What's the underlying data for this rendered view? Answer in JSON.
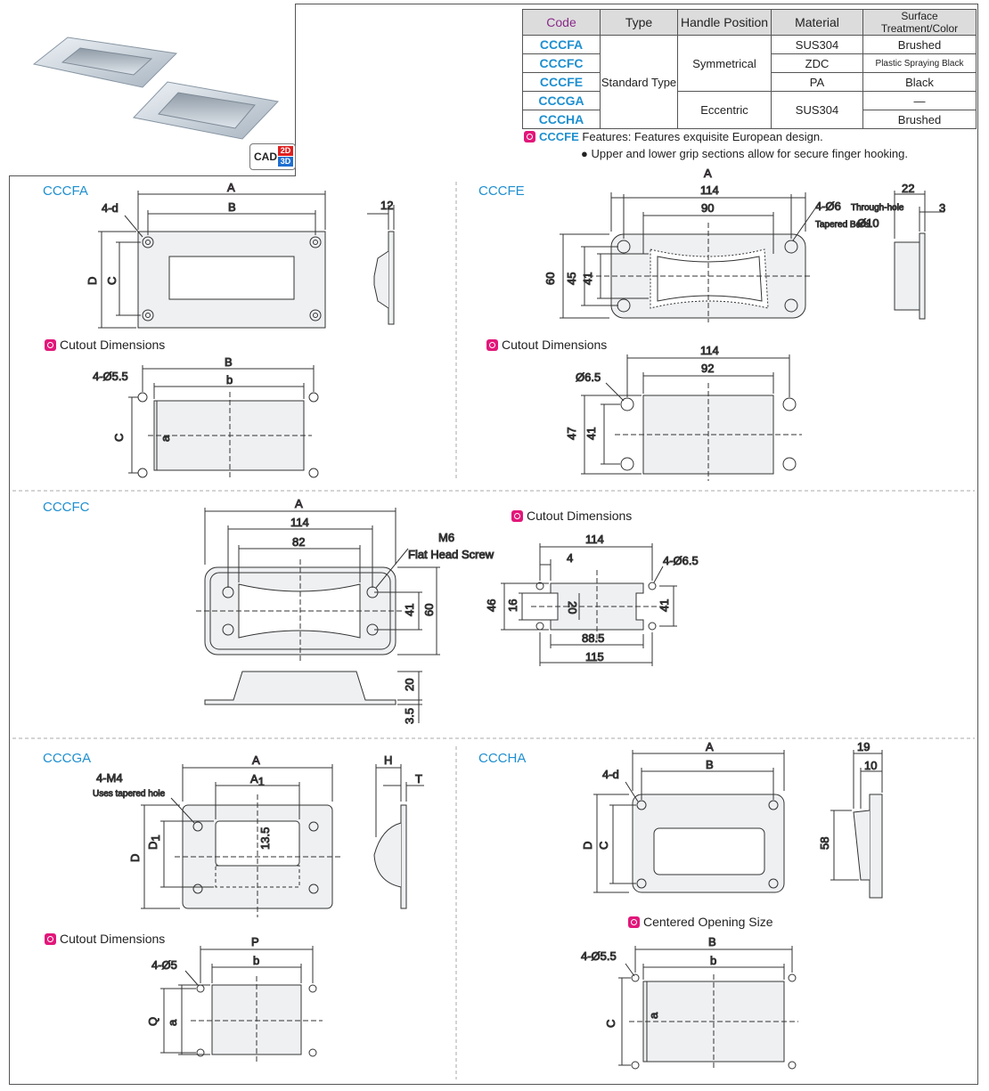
{
  "cad": {
    "label": "CAD",
    "b2": "2D",
    "b3": "3D"
  },
  "table": {
    "headers": [
      "Code",
      "Type",
      "Handle Position",
      "Material",
      "Surface Treatment/Color"
    ],
    "codes": [
      "CCCFA",
      "CCCFC",
      "CCCFE",
      "CCCGA",
      "CCCHA"
    ],
    "type": "Standard Type",
    "positions": [
      "Symmetrical",
      "Eccentric"
    ],
    "materials": [
      "SUS304",
      "ZDC",
      "PA",
      "SUS304"
    ],
    "finishes": [
      "Brushed",
      "Plastic Spraying Black",
      "Black",
      "—",
      "Brushed"
    ]
  },
  "notes": {
    "code": "CCCFE",
    "line1": "Features: Features exquisite European design.",
    "line2": "Upper and lower grip sections allow for secure finger hooking."
  },
  "headings": {
    "cccfa": "CCCFA",
    "cccfe": "CCCFE",
    "cccfc": "CCCFC",
    "cccga": "CCCGA",
    "cccha": "CCCHA"
  },
  "captions": {
    "cutout": "Cutout Dimensions",
    "centered": "Centered Opening Size"
  },
  "dims": {
    "A": "A",
    "B": "B",
    "C": "C",
    "D": "D",
    "a": "a",
    "b": "b",
    "A1": "A",
    "A1sub": "1",
    "D1": "D",
    "D1sub": "1",
    "P": "P",
    "Q": "Q",
    "H": "H",
    "T": "T",
    "d4": "4-d",
    "h55": "4-Ø5.5",
    "h5": "4-Ø5",
    "m4": "4-M4",
    "m4note": "Uses tapered hole",
    "n12": "12",
    "n114": "114",
    "n90": "90",
    "n60": "60",
    "n45": "45",
    "n41": "41",
    "n22": "22",
    "n3": "3",
    "fe_hole": "4-Ø6",
    "fe_hole2": "Through-hole",
    "fe_hole3": "Tapered Bore",
    "fe_hole4": "Ø10",
    "n92": "92",
    "n65": "Ø6.5",
    "n47": "47",
    "n82": "82",
    "m6": "M6",
    "m6b": "Flat Head Screw",
    "n20": "20",
    "n35": "3.5",
    "n4": "4",
    "h65": "4-Ø6.5",
    "n46": "46",
    "n16": "16",
    "n885": "88.5",
    "n115": "115",
    "n135": "13.5",
    "n19": "19",
    "n10": "10",
    "n58": "58"
  }
}
